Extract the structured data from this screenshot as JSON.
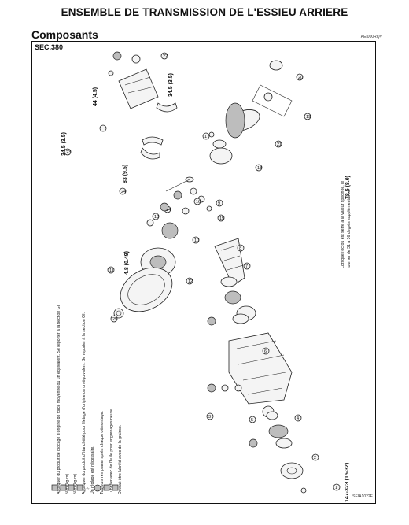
{
  "header": {
    "title": "ENSEMBLE DE TRANSMISSION DE L'ESSIEU ARRIERE"
  },
  "section": {
    "title": "Composants",
    "doc_code": "AEI000RQV"
  },
  "figure": {
    "sec_label": "SEC.380",
    "fig_code": "SEIA1022E",
    "torques": [
      "34.5 (3.5)",
      "44 (4.5)",
      "34.5 (3.5)",
      "83 (9.5)",
      "4.8 (0.49)",
      "78.5 (8.0)",
      "147-323 (15-32)"
    ],
    "note_right": [
      "Lorsque l'écrou est serré à la valeur spécifiée, le",
      "tourner de 31 à 36 degrés supplémentaires."
    ],
    "legend": [
      "Appliquer du produit de blocage d'origine de force moyenne ou un équivalent. Se reporter à la section GI.",
      "N·m (kg-m)",
      "N·m (kg-m)",
      "Appliquer du produit d'étanchéité pour filetage d'origine ou un équivalent. Se reporter à la section GI.",
      "Un réglage est nécessaire.",
      "Toujours remplacer après chaque démontage.",
      "Lubrifier avec de l'huile pour engrenages neuve.",
      "Devrait être lubrifié avec de la graisse."
    ],
    "callouts": [
      "1",
      "2",
      "3",
      "4",
      "5",
      "6",
      "7",
      "8",
      "9",
      "10",
      "11",
      "12",
      "13",
      "14",
      "15",
      "16",
      "17",
      "18",
      "19",
      "20",
      "21",
      "22",
      "23",
      "24",
      "25"
    ]
  }
}
